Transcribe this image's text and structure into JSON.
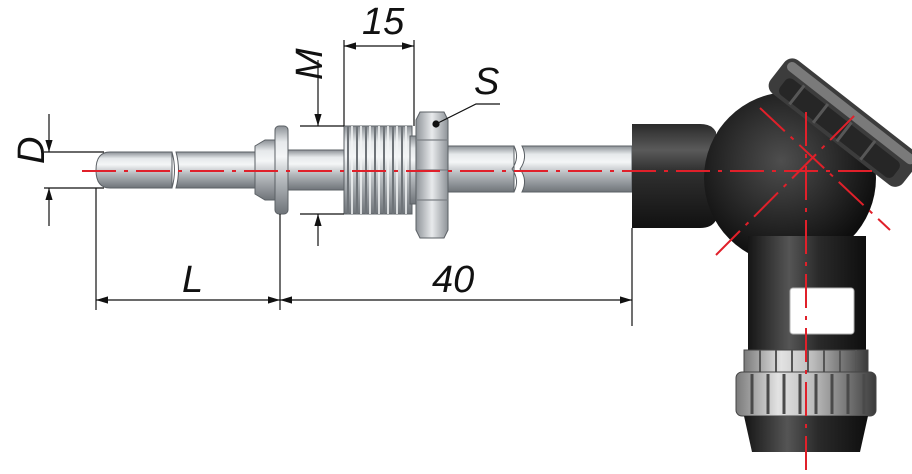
{
  "labels": {
    "dim_15": "15",
    "dim_M": "M",
    "dim_S": "S",
    "dim_D": "D",
    "dim_L": "L",
    "dim_40": "40"
  },
  "colors": {
    "centerline": "#e0202a",
    "dimension": "#111111",
    "metal_light": "#d9dcdf",
    "metal_dark": "#7d8287",
    "head_dark": "#1c1c1c",
    "head_light": "#6a6a6a"
  }
}
